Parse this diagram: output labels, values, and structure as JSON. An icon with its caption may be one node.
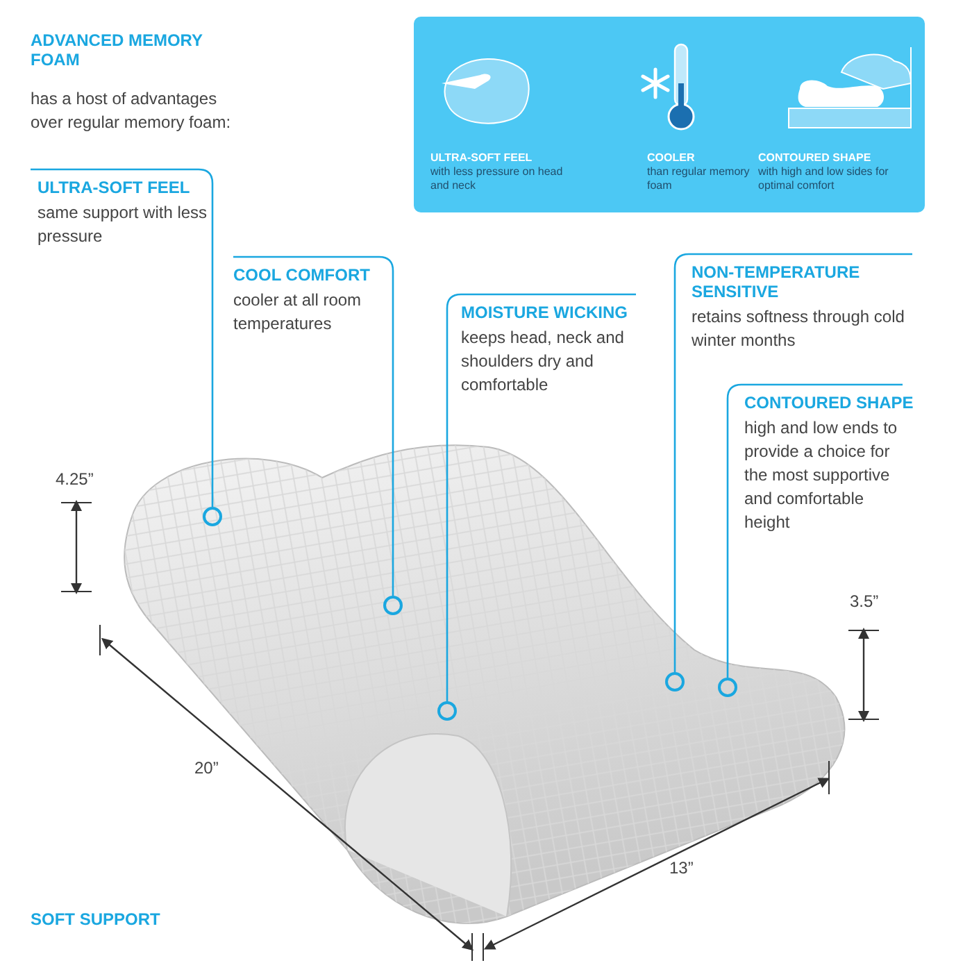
{
  "diagram": {
    "nodes": [
      {
        "text": [
          "ULTRA-SOFT FEEL",
          "with less pressure on head and neck",
          "COOLER",
          "than regular memory foam",
          "CONTOURED SHAPE",
          "with high and low sides for optimal comfort"
        ]
      },
      {
        "text": [
          "ULTRA-SOFT FEEL",
          "same support with less pressure"
        ]
      },
      {
        "text": [],
        "shape": "circle"
      },
      {
        "text": [
          "COOL COMFORT",
          "cooler at all room temperatures"
        ]
      },
      {
        "text": [],
        "shape": "circle"
      },
      {
        "text": [
          "MOISTURE WICKING",
          "keeps head, neck and shoulders dry and comfortable"
        ]
      },
      {
        "text": [],
        "shape": "circle"
      },
      {
        "text": [
          "NON-TEMPERATURE SENSITIVE",
          "retains softness through cold winter months"
        ]
      },
      {
        "text": [],
        "shape": "circle"
      },
      {
        "text": [
          "CONTOURED SHAPE",
          "high and low ends to provide a choice for the most supportive and comfortable height"
        ]
      },
      {
        "text": [],
        "shape": "circle"
      }
    ],
    "edges": [
      {
        "from": 1,
        "to": 2,
        "arrow": "none"
      },
      {
        "from": 3,
        "to": 4,
        "arrow": "none"
      },
      {
        "from": 5,
        "to": 6,
        "arrow": "none"
      },
      {
        "from": 7,
        "to": 8,
        "arrow": "none"
      },
      {
        "from": 9,
        "to": 10,
        "arrow": "none"
      }
    ],
    "labels": [
      "ADVANCED MEMORY FOAM",
      "has a host of advantages over regular memory foam:",
      "4.25”",
      "3.5”",
      "20”",
      "13”",
      "SOFT SUPPORT"
    ]
  }
}
